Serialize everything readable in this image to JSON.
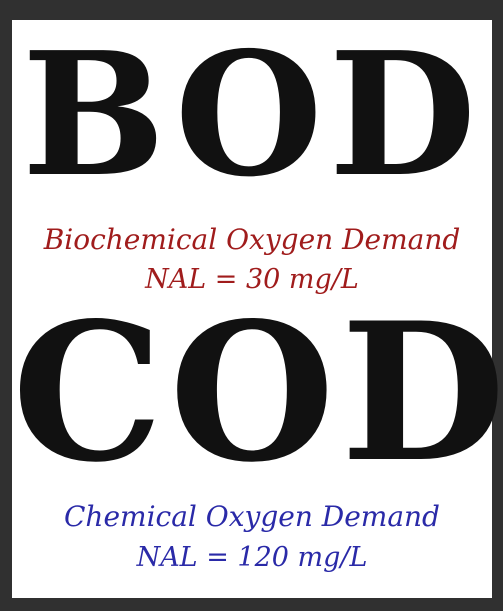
{
  "bod": {
    "acronym": "BOD",
    "name": "Biochemical Oxygen Demand",
    "nal": "NAL = 30 mg/L",
    "color": "#a01c1c"
  },
  "cod": {
    "acronym": "COD",
    "name": "Chemical Oxygen Demand",
    "nal": "NAL = 120 mg/L",
    "color": "#2a2aa8"
  }
}
